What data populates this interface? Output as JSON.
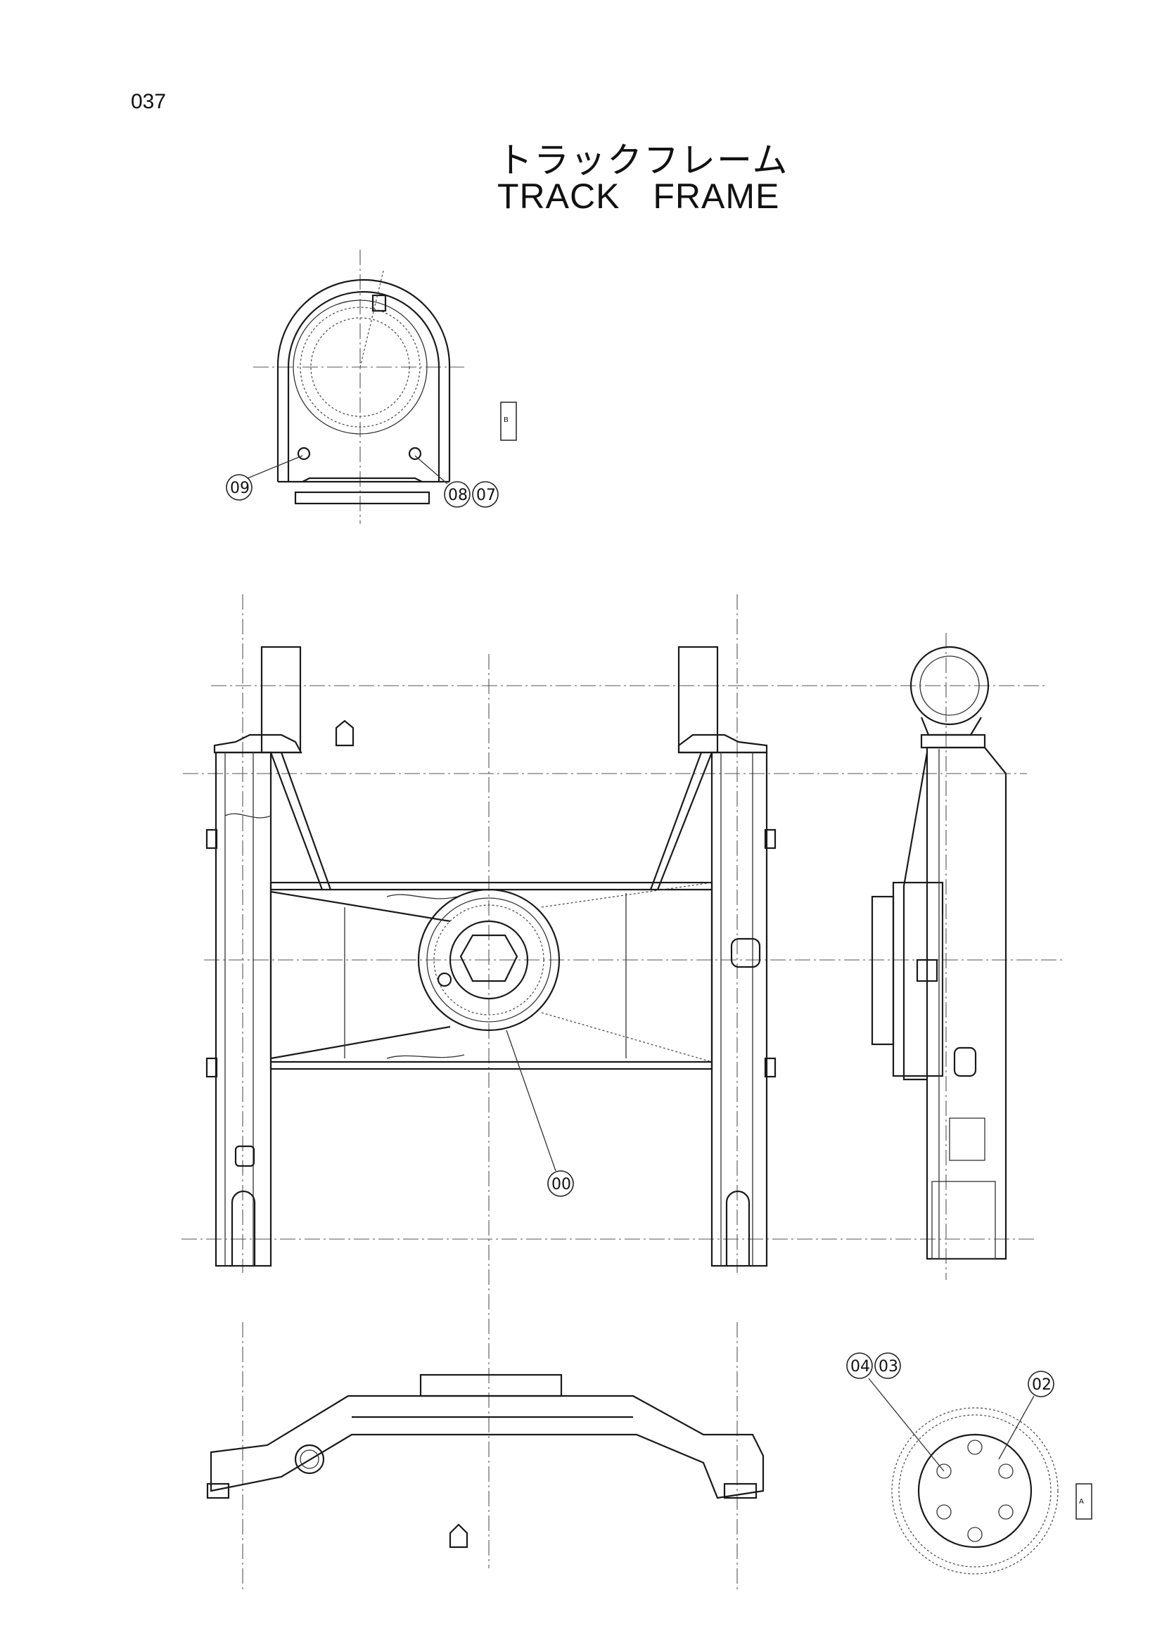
{
  "page": {
    "number": "037",
    "title_jp": "トラックフレーム",
    "title_en": "TRACK FRAME"
  },
  "callouts": {
    "c00": "00",
    "c02": "02",
    "c03": "03",
    "c04": "04",
    "c07": "07",
    "c08": "08",
    "c09": "09"
  },
  "view_labels": {
    "view_b": "B",
    "view_a": "A"
  }
}
